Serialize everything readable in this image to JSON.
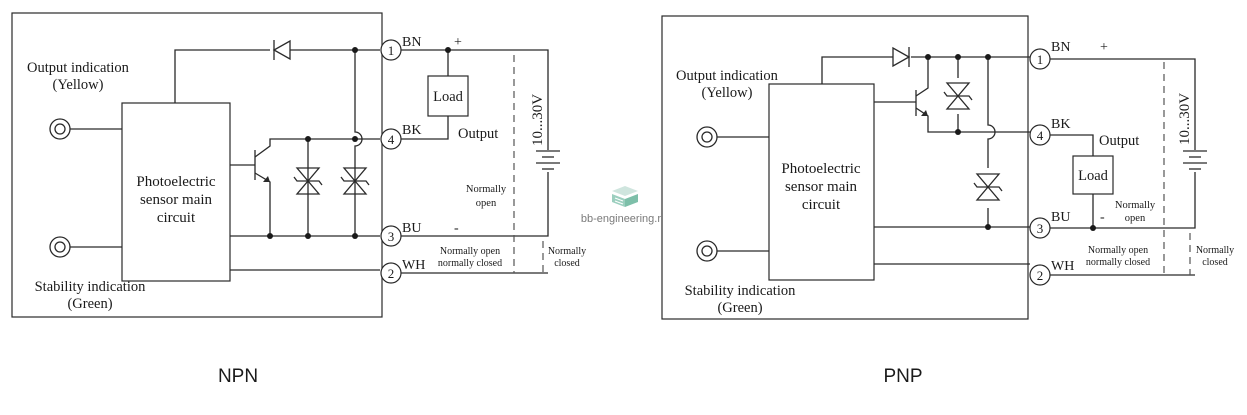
{
  "watermark": {
    "text": "bb-engineering.ru",
    "icon": "stack-logo-icon"
  },
  "diagrams": [
    {
      "id": "npn",
      "caption": "NPN",
      "main_circuit": [
        "Photoelectric",
        "sensor main",
        "circuit"
      ],
      "output_indication": [
        "Output indication",
        "(Yellow)"
      ],
      "stability_indication": [
        "Stability indication",
        "(Green)"
      ],
      "terminals": [
        {
          "num": "1",
          "wire": "BN",
          "sign": "+"
        },
        {
          "num": "4",
          "wire": "BK",
          "label": "Output"
        },
        {
          "num": "3",
          "wire": "BU",
          "sign": "-"
        },
        {
          "num": "2",
          "wire": "WH"
        }
      ],
      "load": "Load",
      "supply": "10...30V",
      "notes": {
        "normally_open": [
          "Normally",
          "open"
        ],
        "wh_mode": [
          "Normally open",
          "normally closed"
        ],
        "normally_closed": [
          "Normally",
          "closed"
        ]
      }
    },
    {
      "id": "pnp",
      "caption": "PNP",
      "main_circuit": [
        "Photoelectric",
        "sensor main",
        "circuit"
      ],
      "output_indication": [
        "Output indication",
        "(Yellow)"
      ],
      "stability_indication": [
        "Stability indication",
        "(Green)"
      ],
      "terminals": [
        {
          "num": "1",
          "wire": "BN",
          "sign": "+"
        },
        {
          "num": "4",
          "wire": "BK",
          "label": "Output"
        },
        {
          "num": "3",
          "wire": "BU",
          "sign": "-"
        },
        {
          "num": "2",
          "wire": "WH"
        }
      ],
      "load": "Load",
      "supply": "10...30V",
      "notes": {
        "normally_open": [
          "Normally",
          "open"
        ],
        "wh_mode": [
          "Normally open",
          "normally closed"
        ],
        "normally_closed": [
          "Normally",
          "closed"
        ]
      }
    }
  ]
}
